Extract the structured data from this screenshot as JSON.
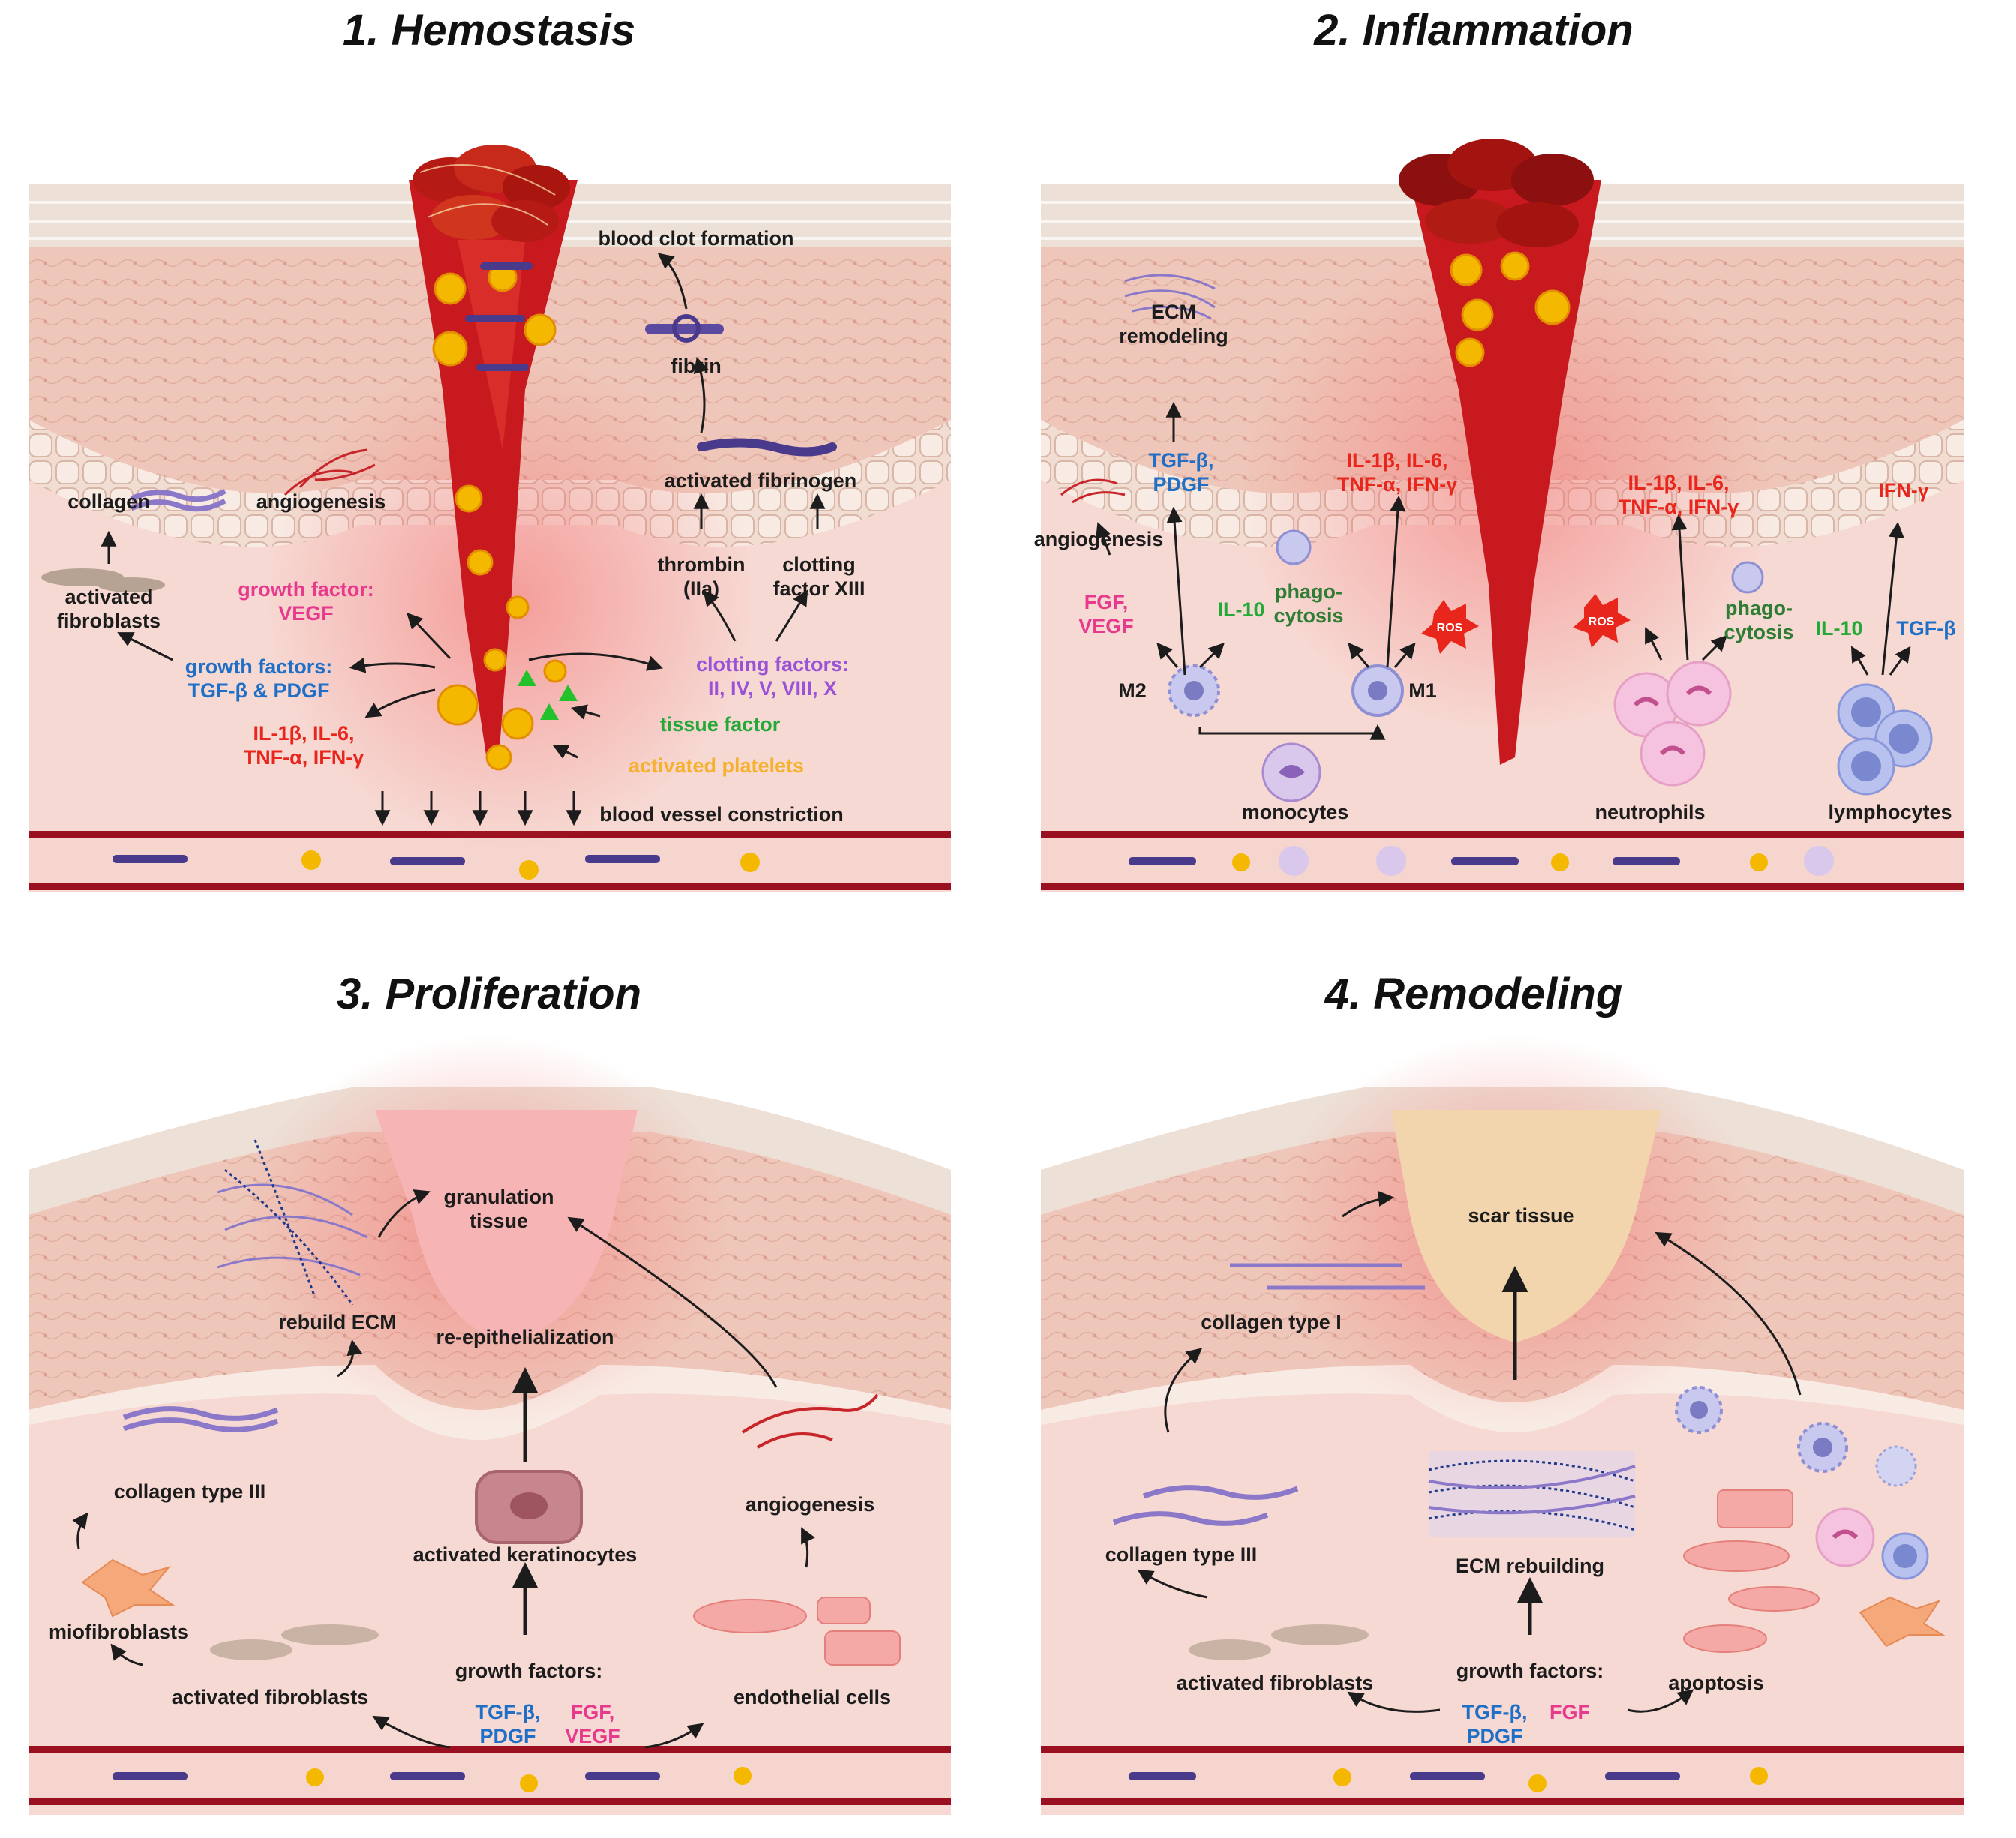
{
  "panels": [
    {
      "title": "1. Hemostasis",
      "labels": {
        "blood_clot_formation": "blood clot formation",
        "fibrin": "fibrin",
        "activated_fibrinogen": "activated fibrinogen",
        "thrombin_1": "thrombin",
        "thrombin_2": "(IIa)",
        "clotting_factor_1": "clotting",
        "clotting_factor_2": "factor XIII",
        "clotting_factors_1": "clotting factors:",
        "clotting_factors_2": "II, IV, V, VIII, X",
        "tissue_factor": "tissue factor",
        "activated_platelets": "activated platelets",
        "blood_vessel_constriction": "blood vessel constriction",
        "collagen": "collagen",
        "angiogenesis": "angiogenesis",
        "activated_fibroblasts_1": "activated",
        "activated_fibroblasts_2": "fibroblasts",
        "growth_factor_1": "growth factor:",
        "growth_factor_2": "VEGF",
        "growth_factors_1": "growth factors:",
        "growth_factors_2": "TGF-β & PDGF",
        "cytokines_1": "IL-1β, IL-6,",
        "cytokines_2": "TNF-α, IFN-γ"
      }
    },
    {
      "title": "2. Inflammation",
      "labels": {
        "ecm_1": "ECM",
        "ecm_2": "remodeling",
        "tgf_1": "TGF-β,",
        "tgf_2": "PDGF",
        "angiogenesis": "angiogenesis",
        "fgf_1": "FGF,",
        "fgf_2": "VEGF",
        "il10_a": "IL-10",
        "m2": "M2",
        "m1": "M1",
        "phago_a_1": "phago-",
        "phago_a_2": "cytosis",
        "ros_a": "ROS",
        "cyt_a_1": "IL-1β, IL-6,",
        "cyt_a_2": "TNF-α, IFN-γ",
        "monocytes": "monocytes",
        "cyt_b_1": "IL-1β, IL-6,",
        "cyt_b_2": "TNF-α, IFN-γ",
        "ros_b": "ROS",
        "phago_b_1": "phago-",
        "phago_b_2": "cytosis",
        "neutrophils": "neutrophils",
        "ifn": "IFN-γ",
        "il10_b": "IL-10",
        "tgfb": "TGF-β",
        "lymphocytes": "lymphocytes"
      }
    },
    {
      "title": "3. Proliferation",
      "labels": {
        "granulation_1": "granulation",
        "granulation_2": "tissue",
        "rebuild_ecm": "rebuild ECM",
        "re_epithelialization": "re-epithelialization",
        "collagen_iii": "collagen type III",
        "activated_keratinocytes": "activated keratinocytes",
        "angiogenesis": "angiogenesis",
        "miofibroblasts": "miofibroblasts",
        "activated_fibroblasts": "activated fibroblasts",
        "growth_factors": "growth factors:",
        "tgf_1": "TGF-β,",
        "tgf_2": "PDGF",
        "fgf_1": "FGF,",
        "fgf_2": "VEGF",
        "endothelial": "endothelial cells"
      }
    },
    {
      "title": "4. Remodeling",
      "labels": {
        "scar_tissue": "scar tissue",
        "collagen_i": "collagen type I",
        "collagen_iii": "collagen type III",
        "ecm_rebuilding": "ECM rebuilding",
        "activated_fibroblasts": "activated fibroblasts",
        "growth_factors": "growth factors:",
        "tgf_1": "TGF-β,",
        "tgf_2": "PDGF",
        "fgf": "FGF",
        "apoptosis": "apoptosis"
      }
    }
  ],
  "colors": {
    "blood": "#c8191f",
    "skin_top": "#ede0d6",
    "epidermis": "#f0c9bd",
    "dermis": "#f7d9d3",
    "platelet": "#f5b800",
    "fibrin": "#4a3a8c",
    "text_red": "#e8261c",
    "text_blue": "#1f6fc6",
    "text_pink": "#e83a8d",
    "text_green": "#24a83a",
    "text_purple": "#9a52d6",
    "text_orange": "#f5b12e",
    "granulation": "#f7b4b4",
    "scar": "#f2d4ad"
  }
}
